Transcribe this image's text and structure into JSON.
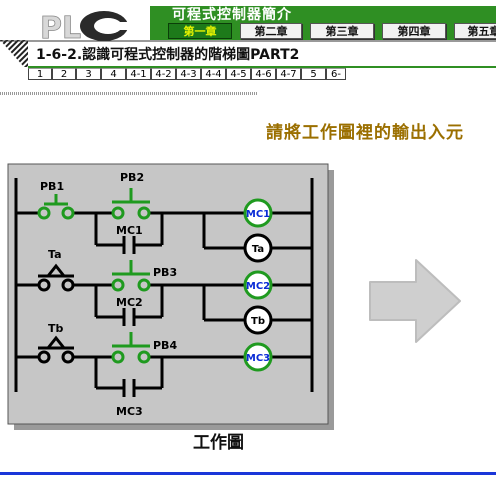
{
  "header": {
    "logo_text": "PLC",
    "title": "可程式控制器簡介",
    "chapters": [
      {
        "label": "第一章",
        "active": true
      },
      {
        "label": "第二章",
        "active": false
      },
      {
        "label": "第三章",
        "active": false
      },
      {
        "label": "第四章",
        "active": false
      },
      {
        "label": "第五章",
        "active": false
      }
    ]
  },
  "subtitle": "1-6-2.認識可程式控制器的階梯圖PART2",
  "section_tabs": [
    "1",
    "2",
    "3",
    "4",
    "4-1",
    "4-2",
    "4-3",
    "4-4",
    "4-5",
    "4-6",
    "4-7",
    "5",
    "6-"
  ],
  "instruction": "請將工作圖裡的輸出入元",
  "diagram": {
    "caption": "工作圖",
    "labels": {
      "pb1": "PB1",
      "pb2": "PB2",
      "pb3": "PB3",
      "pb4": "PB4",
      "ta": "Ta",
      "tb": "Tb",
      "mc1": "MC1",
      "mc2": "MC2",
      "mc3": "MC3",
      "coil_mc1": "MC1",
      "coil_ta": "Ta",
      "coil_mc2": "MC2",
      "coil_tb": "Tb",
      "coil_mc3": "MC3"
    }
  },
  "colors": {
    "header_green": "#2f8f23",
    "contact_green": "#1f9a1f",
    "coil_blue_text": "#0a2bd6",
    "instruction_text": "#9b6f00",
    "bottom_line": "#1a36d9"
  }
}
